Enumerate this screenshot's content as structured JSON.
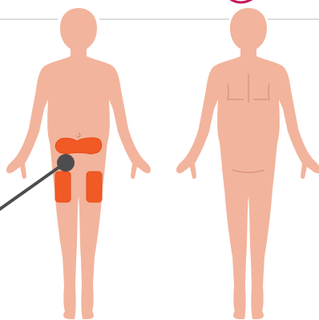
{
  "diagram": {
    "views": [
      {
        "id": "front",
        "name": "front-view"
      },
      {
        "id": "back",
        "name": "back-view"
      }
    ],
    "injection_zones": [
      {
        "id": "abdomen",
        "name": "abdomen-zone"
      },
      {
        "id": "thigh-left",
        "name": "left-thigh-zone"
      },
      {
        "id": "thigh-right",
        "name": "right-thigh-zone"
      }
    ],
    "pointer": {
      "name": "zone-pointer"
    }
  },
  "colors": {
    "skin": "#f2b49c",
    "skin_shadow": "#d98f77",
    "zone": "#f15a24",
    "zone_outline": "#e64a19",
    "pointer": "#4d4d4d",
    "rule_line": "#c8c8c8",
    "accent": "#c2185b"
  }
}
